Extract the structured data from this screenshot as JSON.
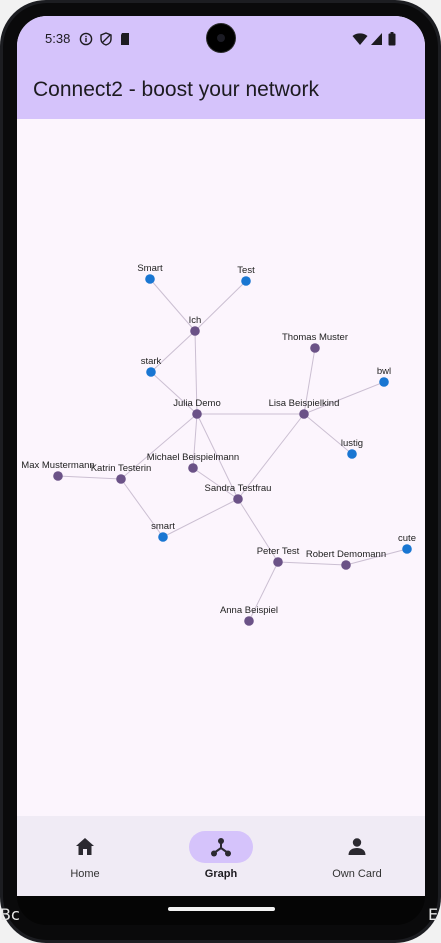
{
  "status_bar": {
    "time": "5:38"
  },
  "app_bar": {
    "title": "Connect2 - boost your network"
  },
  "graph": {
    "node_colors": {
      "person": "#6b5287",
      "tag": "#1976d2",
      "edge": "#cbbfd2"
    },
    "nodes": [
      {
        "id": "smart_top",
        "label": "Smart",
        "kind": "tag"
      },
      {
        "id": "test",
        "label": "Test",
        "kind": "tag"
      },
      {
        "id": "ich",
        "label": "Ich",
        "kind": "person"
      },
      {
        "id": "thomas",
        "label": "Thomas Muster",
        "kind": "person"
      },
      {
        "id": "stark",
        "label": "stark",
        "kind": "tag"
      },
      {
        "id": "bwl",
        "label": "bwl",
        "kind": "tag"
      },
      {
        "id": "julia",
        "label": "Julia Demo",
        "kind": "person"
      },
      {
        "id": "lisa",
        "label": "Lisa Beispielkind",
        "kind": "person"
      },
      {
        "id": "lustig",
        "label": "lustig",
        "kind": "tag"
      },
      {
        "id": "michael",
        "label": "Michael Beispielmann",
        "kind": "person"
      },
      {
        "id": "max",
        "label": "Max Mustermann",
        "kind": "person"
      },
      {
        "id": "katrin",
        "label": "Katrin Testerin",
        "kind": "person"
      },
      {
        "id": "sandra",
        "label": "Sandra Testfrau",
        "kind": "person"
      },
      {
        "id": "smart_low",
        "label": "smart",
        "kind": "tag"
      },
      {
        "id": "cute",
        "label": "cute",
        "kind": "tag"
      },
      {
        "id": "peter",
        "label": "Peter Test",
        "kind": "person"
      },
      {
        "id": "robert",
        "label": "Robert Demomann",
        "kind": "person"
      },
      {
        "id": "anna",
        "label": "Anna Beispiel",
        "kind": "person"
      }
    ],
    "edges": [
      [
        "smart_top",
        "ich"
      ],
      [
        "test",
        "ich"
      ],
      [
        "ich",
        "stark"
      ],
      [
        "ich",
        "julia"
      ],
      [
        "stark",
        "julia"
      ],
      [
        "julia",
        "lisa"
      ],
      [
        "julia",
        "michael"
      ],
      [
        "julia",
        "katrin"
      ],
      [
        "julia",
        "sandra"
      ],
      [
        "thomas",
        "lisa"
      ],
      [
        "bwl",
        "lisa"
      ],
      [
        "lisa",
        "lustig"
      ],
      [
        "lisa",
        "sandra"
      ],
      [
        "michael",
        "sandra"
      ],
      [
        "max",
        "katrin"
      ],
      [
        "katrin",
        "smart_low"
      ],
      [
        "sandra",
        "smart_low"
      ],
      [
        "sandra",
        "peter"
      ],
      [
        "peter",
        "robert"
      ],
      [
        "robert",
        "cute"
      ],
      [
        "peter",
        "anna"
      ]
    ]
  },
  "bottom_nav": {
    "items": [
      {
        "label": "Home",
        "icon": "home-icon",
        "active": false
      },
      {
        "label": "Graph",
        "icon": "graph-icon",
        "active": true
      },
      {
        "label": "Own Card",
        "icon": "person-icon",
        "active": false
      }
    ]
  },
  "edge_text": {
    "left": "Bc",
    "right": "E"
  }
}
